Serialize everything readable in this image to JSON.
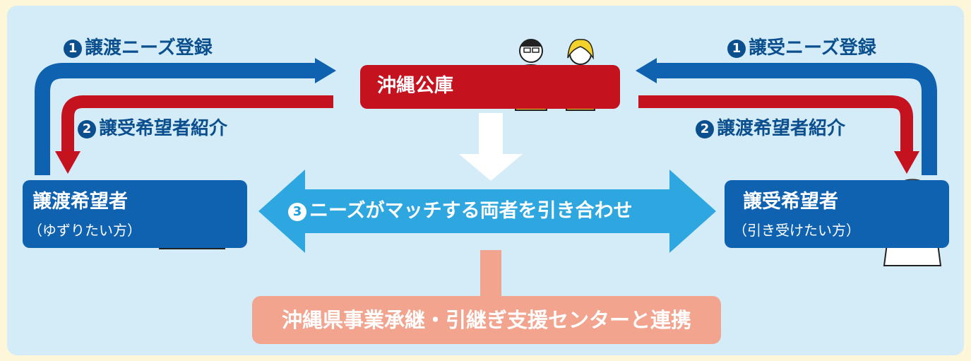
{
  "center": {
    "label": "沖縄公庫"
  },
  "left": {
    "step1_num": "1",
    "step1_text": "譲渡ニーズ登録",
    "step2_num": "2",
    "step2_text": "譲受希望者紹介",
    "party_title": "譲渡希望者",
    "party_sub": "（ゆずりたい方）"
  },
  "right": {
    "step1_num": "1",
    "step1_text": "譲受ニーズ登録",
    "step2_num": "2",
    "step2_text": "譲渡希望者紹介",
    "party_title": "譲受希望者",
    "party_sub": "（引き受けたい方）"
  },
  "match": {
    "num": "3",
    "text": "ニーズがマッチする両者を引き合わせ"
  },
  "support": {
    "label": "沖縄県事業承継・引継ぎ支援センターと連携"
  },
  "colors": {
    "background": "#fdf6d8",
    "panel": "#d3ecf8",
    "blue_arrow": "#0e62b0",
    "red_arrow": "#c4121f",
    "match_arrow": "#2ea7e0",
    "support_box": "#f2a48f",
    "label_text": "#0b4f8f"
  }
}
